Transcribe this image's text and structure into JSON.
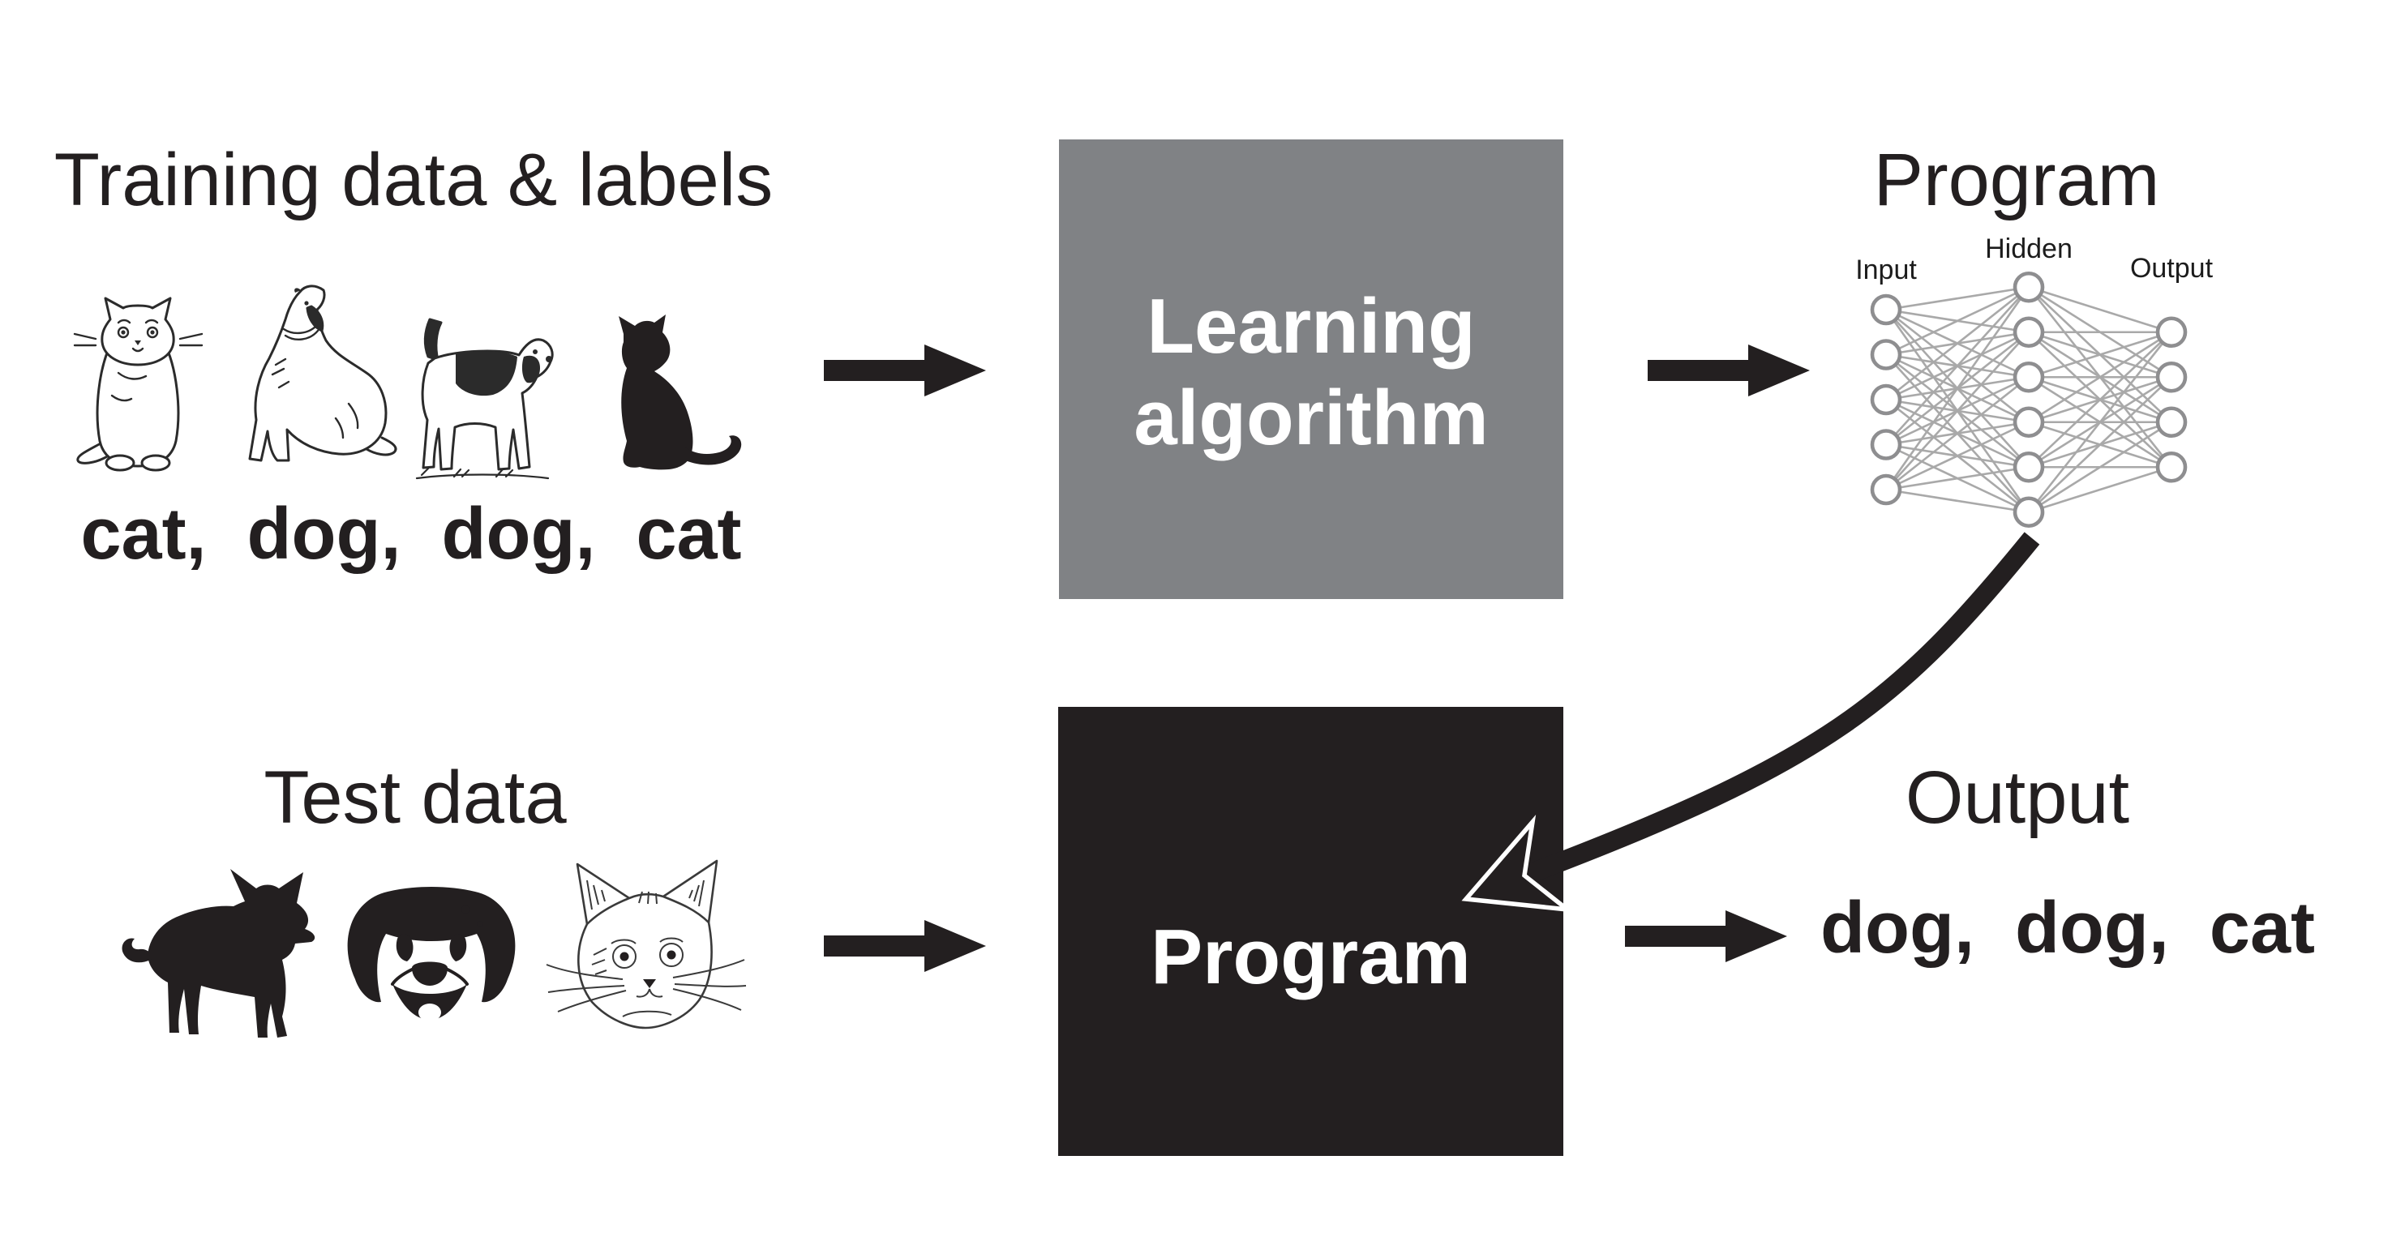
{
  "colors": {
    "ink": "#231f20",
    "box_gray": "#808285",
    "node_stroke": "#8e8e90",
    "edge_line": "#a9a9a9",
    "paper": "#ffffff"
  },
  "training": {
    "title": "Training data & labels",
    "labels": "cat,  dog,  dog,  cat",
    "animals": [
      {
        "label": "cat",
        "style": "line-sketch-sitting-cat"
      },
      {
        "label": "dog",
        "style": "line-sketch-dog-looking-up"
      },
      {
        "label": "dog",
        "style": "engraved-beagle-standing"
      },
      {
        "label": "cat",
        "style": "black-cat-silhouette"
      }
    ]
  },
  "learning_box": {
    "label": "Learning algorithm"
  },
  "program_diagram": {
    "title": "Program",
    "network": {
      "layer_labels": [
        "Input",
        "Hidden",
        "Output"
      ],
      "layer_sizes": [
        5,
        6,
        4
      ]
    }
  },
  "test": {
    "title": "Test data",
    "animals": [
      {
        "label": "dog",
        "style": "black-dog-silhouette"
      },
      {
        "label": "dog",
        "style": "stencil-dog-face"
      },
      {
        "label": "cat",
        "style": "sketch-cat-face"
      }
    ]
  },
  "program_box": {
    "label": "Program"
  },
  "output": {
    "title": "Output",
    "labels": "dog,  dog,  cat"
  }
}
